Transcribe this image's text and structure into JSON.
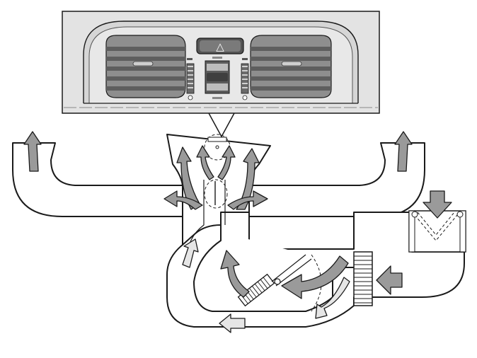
{
  "diagram": {
    "colors": {
      "arrow_fill": "#9a9a9a",
      "arrow_light": "#e6e6e6",
      "vent_fill": "#8e8e8e",
      "panel_fill": "#e3e3e3"
    },
    "dashboard_inset": {
      "hazard_button_symbol": "△",
      "icons": [
        "left-air-vent-icon",
        "hazard-warning-button-icon",
        "right-air-vent-icon",
        "left-thumbwheel-icon",
        "center-control-icon",
        "right-thumbwheel-icon"
      ]
    },
    "components": [
      "left-side-vent-duct",
      "right-side-vent-duct",
      "center-vent-plenum",
      "blower-housing",
      "heater-core",
      "fresh-air-intake",
      "recirculation-flap",
      "blend-flap",
      "footwell-outlet"
    ],
    "airflow_arrows": [
      "left-side-vent-outflow",
      "right-side-vent-outflow",
      "center-left-outflow",
      "center-right-outflow",
      "center-inner-left-outflow",
      "center-inner-right-outflow",
      "lower-left-branch-flow",
      "lower-right-branch-flow",
      "intake-downflow",
      "intake-inflow",
      "heater-flow",
      "upward-heated-flow",
      "return-flow",
      "footwell-flow",
      "duct-riser-flow"
    ]
  }
}
